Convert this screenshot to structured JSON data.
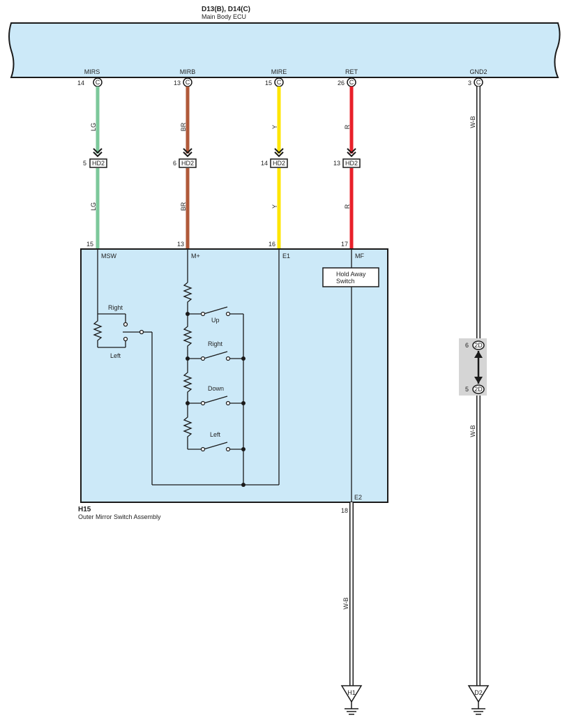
{
  "ecu": {
    "connector": "D13(B), D14(C)",
    "name": "Main Body ECU",
    "pins": [
      {
        "label": "MIRS",
        "num": "14",
        "conn": "C"
      },
      {
        "label": "MIRB",
        "num": "13",
        "conn": "C"
      },
      {
        "label": "MIRE",
        "num": "15",
        "conn": "C"
      },
      {
        "label": "RET",
        "num": "26",
        "conn": "C"
      },
      {
        "label": "GND2",
        "num": "3",
        "conn": "C"
      }
    ]
  },
  "wires": [
    {
      "color_code": "LG",
      "color": "#7cc89b",
      "lower_code": "LG"
    },
    {
      "color_code": "BR",
      "color": "#b0593a",
      "lower_code": "BR"
    },
    {
      "color_code": "Y",
      "color": "#ffe600",
      "lower_code": "Y"
    },
    {
      "color_code": "R",
      "color": "#e8202a",
      "lower_code": "R"
    },
    {
      "color_code": "W-B",
      "color": "#ffffff",
      "lower_code": "W-B"
    }
  ],
  "junction": {
    "name": "HD2",
    "pins": [
      "5",
      "6",
      "14",
      "13"
    ]
  },
  "switch_assembly": {
    "id": "H15",
    "name": "Outer Mirror Switch Assembly",
    "top_pins": [
      {
        "num": "15",
        "label": "MSW"
      },
      {
        "num": "13",
        "label": "M+"
      },
      {
        "num": "16",
        "label": "E1"
      },
      {
        "num": "17",
        "label": "MF"
      }
    ],
    "bottom_pin": {
      "num": "18",
      "label": "E2"
    },
    "hold_away": "Hold Away\nSwitch",
    "selector_labels": [
      "Right",
      "Left"
    ],
    "switches": [
      "Up",
      "Right",
      "Down",
      "Left"
    ]
  },
  "connector_2d": {
    "name": "2D",
    "top_pin": "6",
    "bottom_pin": "5",
    "wire_code": "W-B"
  },
  "bottom_wire_code": "W-B",
  "grounds": [
    "H1",
    "D2"
  ],
  "colors": {
    "ecu_fill": "#cce9f8",
    "box_fill": "#cce9f8",
    "connector_bg": "#d5d5d5"
  }
}
